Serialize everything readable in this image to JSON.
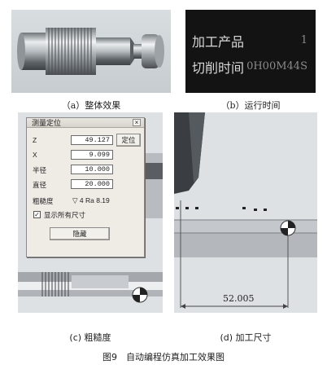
{
  "panels": {
    "a": {
      "caption": "（a）整体效果"
    },
    "b": {
      "caption": "（b）运行时间",
      "product_label": "加工产品",
      "product_value": "1",
      "time_label": "切削时间",
      "time_value": "0H00M44S"
    },
    "c": {
      "caption": "(c) 粗糙度",
      "dialog": {
        "title": "测量定位",
        "close_label": "×",
        "fields": [
          {
            "label": "Z",
            "value": "49.127"
          },
          {
            "label": "X",
            "value": "9.099"
          },
          {
            "label": "半径",
            "value": "10.000"
          },
          {
            "label": "直径",
            "value": "20.000"
          }
        ],
        "locate_button": "定位",
        "roughness_label": "粗糙度",
        "roughness_value": "▽ 4 Ra 8.19",
        "show_all_label": "显示所有尺寸",
        "show_all_checked": true,
        "hide_button": "隐藏"
      }
    },
    "d": {
      "caption": "(d) 加工尺寸",
      "dimension_value": "52.005"
    }
  },
  "figure_title": "图9　自动编程仿真加工效果图"
}
